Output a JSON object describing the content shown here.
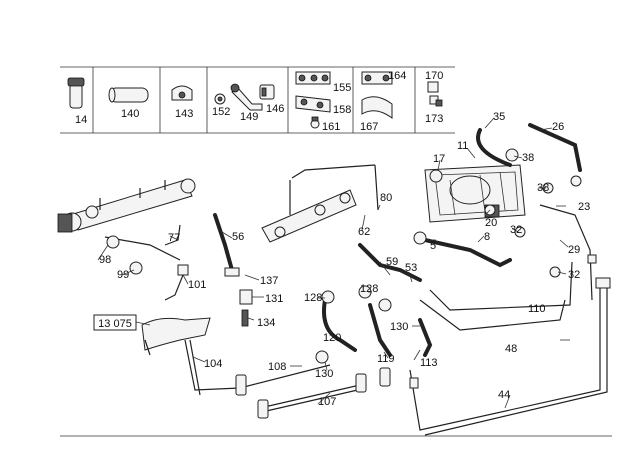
{
  "legend_parts": [
    "14",
    "140",
    "143",
    "152",
    "149",
    "146",
    "155",
    "158",
    "161",
    "164",
    "167",
    "170",
    "173"
  ],
  "callouts": {
    "c35": "35",
    "c26": "26",
    "c11": "11",
    "c38a": "38",
    "c17": "17",
    "c38b": "38",
    "c23": "23",
    "c80": "80",
    "c20": "20",
    "c32a": "32",
    "c62": "62",
    "c8": "8",
    "c5": "5",
    "c29": "29",
    "c77": "77",
    "c56": "56",
    "c98": "98",
    "c99": "99",
    "c101": "101",
    "c137": "137",
    "c131": "131",
    "c134": "134",
    "c59": "59",
    "c53": "53",
    "c32b": "32",
    "c128a": "128",
    "c128b": "128",
    "c110": "110",
    "c120": "120",
    "c130a": "130",
    "c130b": "130",
    "c48": "48",
    "c119": "119",
    "c113": "113",
    "c104": "104",
    "c108": "108",
    "c107": "107",
    "c44": "44"
  },
  "reference_box": "13 075"
}
